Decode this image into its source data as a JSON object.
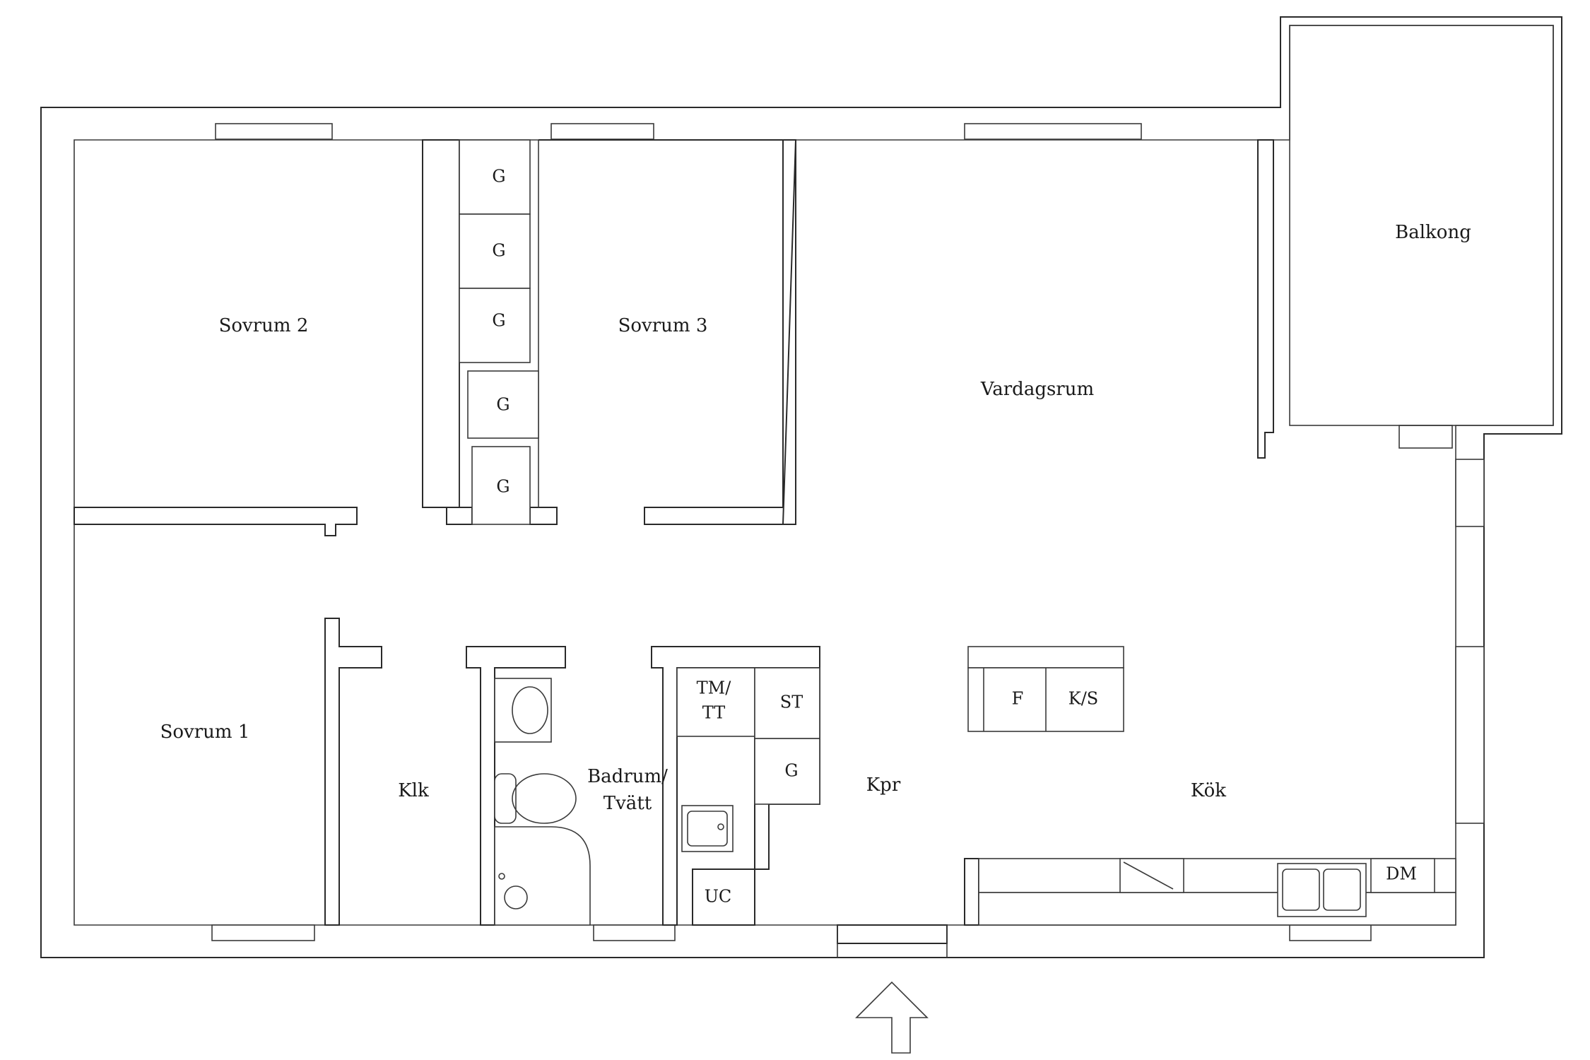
{
  "rooms": {
    "sovrum1": "Sovrum 1",
    "sovrum2": "Sovrum 2",
    "sovrum3": "Sovrum 3",
    "vardagsrum": "Vardagsrum",
    "balkong": "Balkong",
    "klk": "Klk",
    "badrum_line1": "Badrum/",
    "badrum_line2": "Tvätt",
    "kpr": "Kpr",
    "kok": "Kök"
  },
  "closets": {
    "g1": "G",
    "g2": "G",
    "g3": "G",
    "g4": "G",
    "g5": "G",
    "g6": "G"
  },
  "fixtures": {
    "tm_line1": "TM/",
    "tm_line2": "TT",
    "st": "ST",
    "uc": "UC",
    "f": "F",
    "ks": "K/S",
    "dm": "DM"
  },
  "entrance_icon": "arrow-up-icon"
}
